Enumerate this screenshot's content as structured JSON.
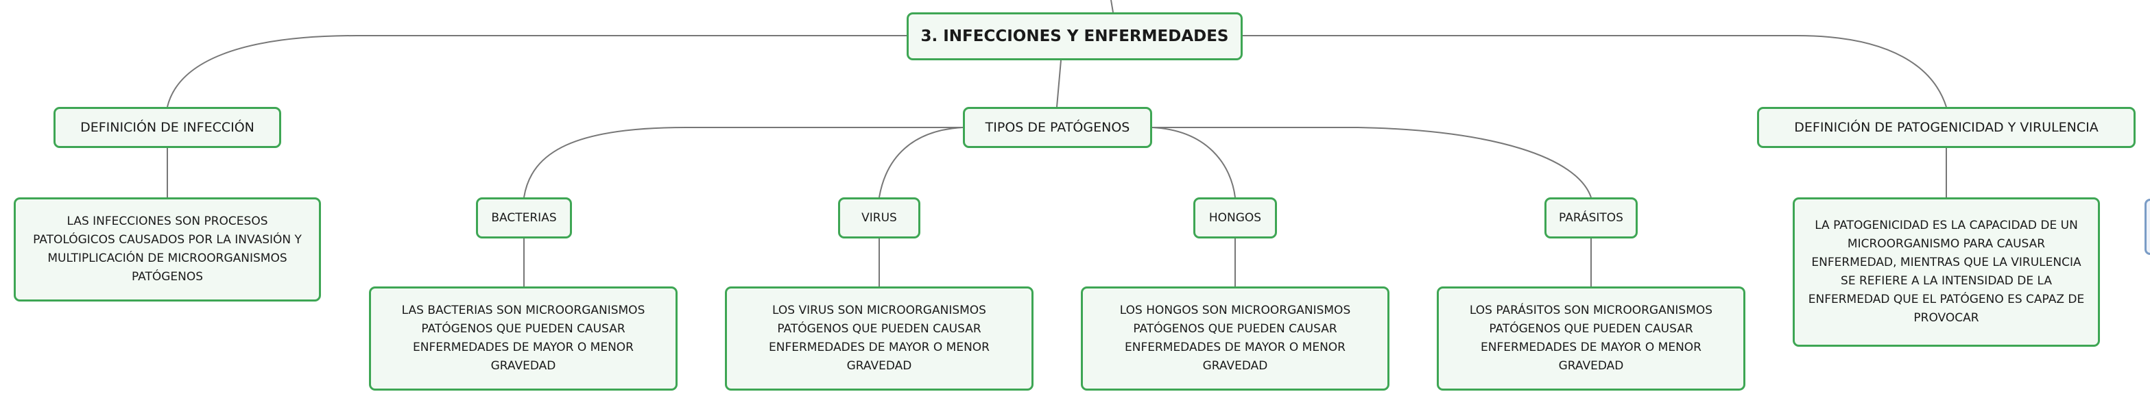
{
  "map": {
    "central": "3. INFECCIONES Y ENFERMEDADES",
    "left_topic": {
      "title": "DEFINICIÓN DE INFECCIÓN",
      "description": "LAS INFECCIONES SON PROCESOS PATOLÓGICOS CAUSADOS POR LA INVASIÓN Y MULTIPLICACIÓN DE MICROORGANISMOS PATÓGENOS"
    },
    "middle_topic": {
      "title": "TIPOS DE PATÓGENOS",
      "children": [
        {
          "label": "BACTERIAS",
          "description": "LAS BACTERIAS SON MICROORGANISMOS PATÓGENOS QUE PUEDEN CAUSAR ENFERMEDADES DE MAYOR O MENOR GRAVEDAD"
        },
        {
          "label": "VIRUS",
          "description": "LOS VIRUS SON MICROORGANISMOS PATÓGENOS QUE PUEDEN CAUSAR ENFERMEDADES DE MAYOR O MENOR GRAVEDAD"
        },
        {
          "label": "HONGOS",
          "description": "LOS HONGOS SON MICROORGANISMOS PATÓGENOS QUE PUEDEN CAUSAR ENFERMEDADES DE MAYOR O MENOR GRAVEDAD"
        },
        {
          "label": "PARÁSITOS",
          "description": "LOS PARÁSITOS SON MICROORGANISMOS PATÓGENOS QUE PUEDEN CAUSAR ENFERMEDADES DE MAYOR O MENOR GRAVEDAD"
        }
      ]
    },
    "right_topic": {
      "title": "DEFINICIÓN DE PATOGENICIDAD Y VIRULENCIA",
      "description": "LA PATOGENICIDAD ES LA CAPACIDAD DE UN MICROORGANISMO PARA CAUSAR ENFERMEDAD, MIENTRAS QUE LA VIRULENCIA SE REFIERE A LA INTENSIDAD DE LA ENFERMEDAD QUE EL PATÓGENO ES CAPAZ DE PROVOCAR"
    }
  },
  "colors": {
    "node_border": "#3ea654",
    "node_fill": "#f2f9f3",
    "connector": "#777777",
    "side_tab": "#7a9cc6"
  }
}
